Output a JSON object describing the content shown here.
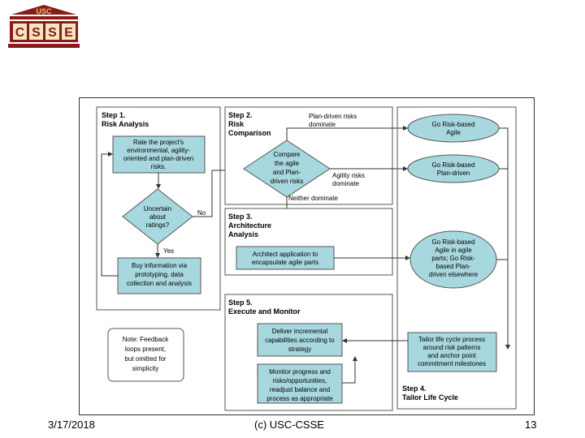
{
  "logo": {
    "top_text": "USC",
    "letters": [
      "C",
      "S",
      "S",
      "E"
    ]
  },
  "diagram": {
    "step1": {
      "title_line1": "Step 1.",
      "title_line2": "Risk Analysis"
    },
    "rate_box": [
      "Rate the project's",
      "environmental, agility-",
      "oriented and plan-driven",
      "risks."
    ],
    "uncertain": [
      "Uncertain",
      "about",
      "ratings?"
    ],
    "no_label": "No",
    "yes_label": "Yes",
    "buy_box": [
      "Buy information via",
      "prototyping, data",
      "collection and analysis"
    ],
    "step2": {
      "title_line1": "Step 2.",
      "title_line2": "Risk",
      "title_line3": "Comparison"
    },
    "compare": [
      "Compare",
      "the agile",
      "and Plan-",
      "driven risks"
    ],
    "plan_driven_dominate": [
      "Plan-driven risks",
      "dominate"
    ],
    "agility_dominate": [
      "Agility risks",
      "dominate"
    ],
    "neither_dominate": "Neither dominate",
    "go_agile": [
      "Go Risk-based",
      "Agile"
    ],
    "go_plan": [
      "Go Risk-based",
      "Plan-driven"
    ],
    "step3": {
      "title_line1": "Step 3.",
      "title_line2": "Architecture",
      "title_line3": "Analysis"
    },
    "architect_box": [
      "Architect application to",
      "encapsulate agile parts"
    ],
    "go_mixed": [
      "Go Risk-based",
      "Agile in agile",
      "parts; Go Risk-",
      "based Plan-",
      "driven elsewhere"
    ],
    "step5": {
      "title_line1": "Step 5.",
      "title_line2": "Execute and Monitor"
    },
    "note": [
      "Note: Feedback",
      "loops present,",
      "but omitted for",
      "simplicity"
    ],
    "deliver_box": [
      "Deliver incremental",
      "capabilities according to",
      "strategy"
    ],
    "monitor_box": [
      "Monitor progress and",
      "risks/opportunities,",
      "readjust balance and",
      "process as appropriate"
    ],
    "tailor_box": [
      "Tailor life cycle process",
      "around risk patterns",
      "and anchor point",
      "commitment milestones"
    ],
    "step4": {
      "title_line1": "Step 4.",
      "title_line2": "Tailor Life Cycle"
    }
  },
  "footer": {
    "date": "3/17/2018",
    "copyright": "(c) USC-CSSE",
    "page_number": "13"
  },
  "colors": {
    "box_fill": "#a8d8df",
    "logo_red": "#8b1a1a",
    "logo_gold": "#e8c468"
  }
}
